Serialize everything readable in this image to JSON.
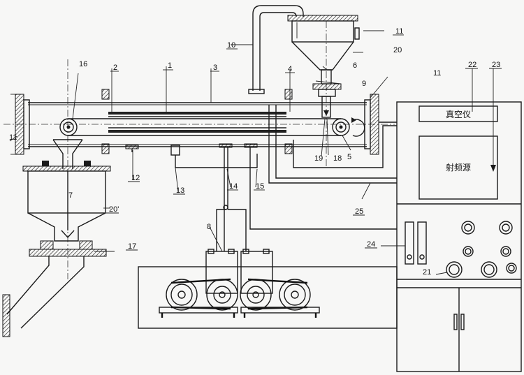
{
  "labels": {
    "l1": "1",
    "l2": "2",
    "l3": "3",
    "l4": "4",
    "l5": "5",
    "l6": "6",
    "l7": "7",
    "l8": "8",
    "l9": "9",
    "l10": "10",
    "l11a": "11",
    "l11b": "11",
    "l11c": "11",
    "l12": "12",
    "l13": "13",
    "l14": "14",
    "l15": "15",
    "l16": "16",
    "l17": "17",
    "l18": "18",
    "l19": "19",
    "l20": "20",
    "l20p": "20'",
    "l21": "21",
    "l22": "22",
    "l23": "23",
    "l24": "24",
    "l25": "25"
  },
  "panel": {
    "vacuum_meter": "真空仪",
    "rf_source": "射频源"
  }
}
